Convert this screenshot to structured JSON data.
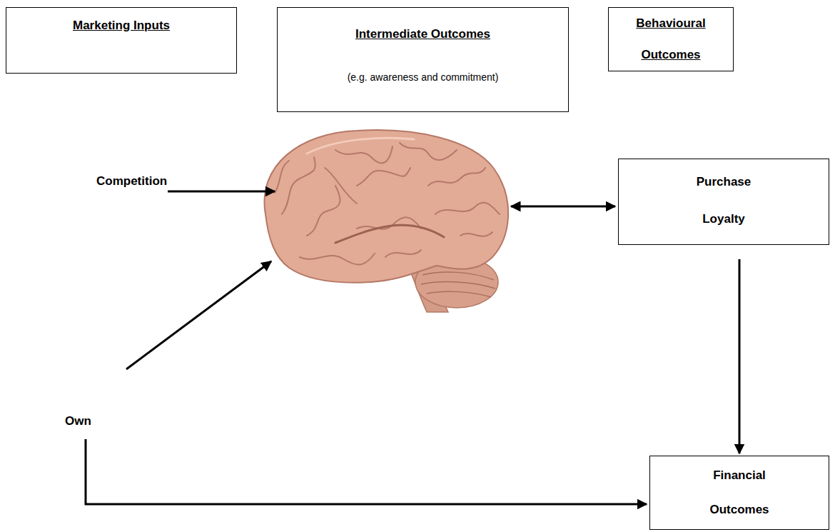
{
  "diagram": {
    "nodes": [
      {
        "text": [
          "Marketing Inputs"
        ]
      },
      {
        "text": [
          "Intermediate Outcomes",
          "(e.g. awareness and commitment)"
        ]
      },
      {
        "text": [
          "Behavioural Outcomes"
        ]
      },
      {
        "text": [
          "Purchase",
          "Loyalty"
        ]
      },
      {
        "text": [
          "Financial Outcomes"
        ]
      }
    ],
    "edges": [
      {
        "from": 3,
        "to": 4,
        "arrow": "to"
      }
    ],
    "labels": [
      "Competition",
      "Own"
    ]
  }
}
